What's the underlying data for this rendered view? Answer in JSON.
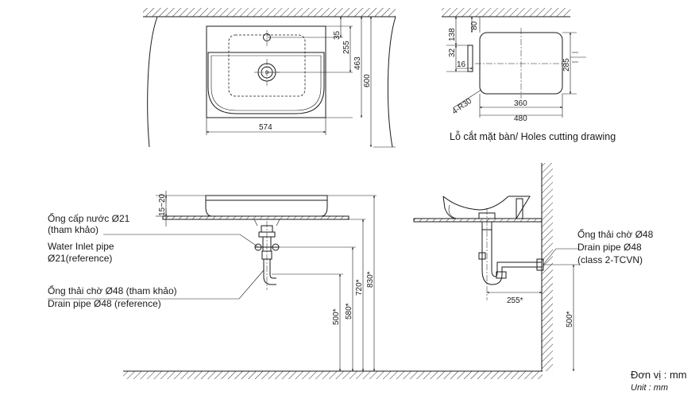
{
  "top_view": {
    "dims": {
      "d35": "35",
      "d255": "255",
      "d463": "463",
      "d600": "600",
      "d574": "574"
    }
  },
  "cutout_view": {
    "dims": {
      "d138": "138",
      "d80": "80",
      "d32": "32",
      "d16": "16",
      "d285": "285",
      "d360": "360",
      "d480": "480",
      "radius": "4-R30"
    },
    "caption": "Lỗ cắt mặt bàn/ Holes cutting drawing"
  },
  "front_view": {
    "dims": {
      "d15_20": "15~20",
      "d500": "500*",
      "d580": "580*",
      "d720": "720*",
      "d830": "830*"
    },
    "labels": {
      "inlet_vi_1": "Ống cấp nước Ø21",
      "inlet_vi_2": "(tham khảo)",
      "inlet_en_1": "Water Inlet pipe",
      "inlet_en_2": "Ø21(reference)",
      "drain_vi": "Ống thải chờ Ø48 (tham khảo)",
      "drain_en": "Drain pipe Ø48 (reference)"
    }
  },
  "side_view": {
    "dims": {
      "d255": "255*",
      "d500": "500*"
    },
    "labels": {
      "drain_vi": "Ống thải chờ Ø48",
      "drain_en": "Drain pipe Ø48",
      "drain_class": "(class 2-TCVN)"
    }
  },
  "units": {
    "vi": "Đơn vị : mm",
    "en": "Unit : mm"
  }
}
